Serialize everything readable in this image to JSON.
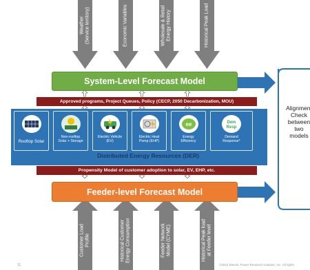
{
  "inputs_top": [
    "Weather\n(Service territory)",
    "Economic Variables",
    "Wholesale & Retail\nEnergy History",
    "Historical Peak Load"
  ],
  "system_model": "System-Level Forecast Model",
  "approved_programs": "Approved programs, Project Queues, Policy (CECP, 2050 Decarbonization, MOU)",
  "der_tiles": [
    {
      "label": "Rooftop Solar",
      "icon": "solar-panel-icon"
    },
    {
      "label": "Non-rooftop\nSolar + Storage",
      "icon": "ground-solar-icon"
    },
    {
      "label": "Electric Vehicle\n(EV)",
      "icon": "ev-car-icon"
    },
    {
      "label": "Electric Heat\nPump (EHP)",
      "icon": "heat-pump-icon"
    },
    {
      "label": "Energy\nEfficiency",
      "icon": "efficiency-icon"
    },
    {
      "label": "Demand\nResponse*",
      "icon": "demand-response-icon"
    }
  ],
  "der_band": "Distributed Energy Resources (DER)",
  "propensity": "Propensity Model of customer adoption to solar, EV, EHP, etc.",
  "feeder_model": "Feeder-level Forecast Model",
  "inputs_bottom": [
    "Customer Load\nProfile",
    "Historical Customer\nEnergy Consumption",
    "Feeder Network\nModel (CYME)",
    "Historical Peak load\nat Feeder level"
  ],
  "alignment_text": "Alignment\nCheck\nbetween\ntwo\nmodels",
  "footer_page": "11",
  "footer_copyright": "©2022 Electric Power Research Institute, Inc. All rights",
  "colors": {
    "green": "#70ad47",
    "orange": "#ed7d31",
    "darkred": "#8b1c1c",
    "blue": "#2e74b5",
    "navy": "#1f3864",
    "gray": "#7f7f7f"
  }
}
